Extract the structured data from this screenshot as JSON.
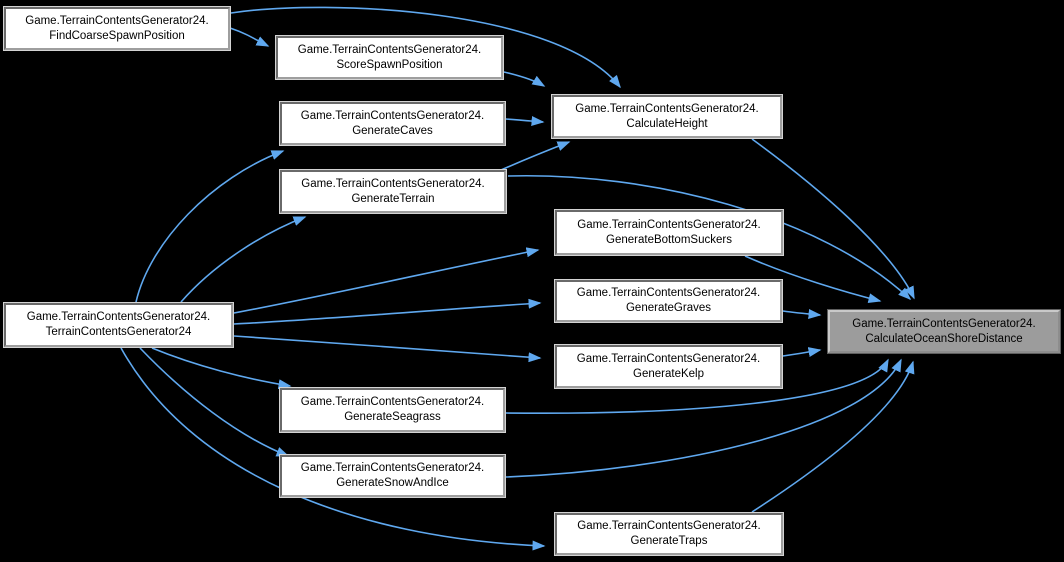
{
  "graph": {
    "type": "caller-graph",
    "colors": {
      "background": "#000000",
      "edge": "#5fa8ef",
      "node_fill": "#ffffff",
      "node_text": "#000000",
      "current_node_fill": "#9c9c9c"
    },
    "nodes": [
      {
        "id": "find-coarse-spawn-position",
        "line1": "Game.TerrainContentsGenerator24.",
        "line2": "FindCoarseSpawnPosition",
        "current": false
      },
      {
        "id": "score-spawn-position",
        "line1": "Game.TerrainContentsGenerator24.",
        "line2": "ScoreSpawnPosition",
        "current": false
      },
      {
        "id": "generate-caves",
        "line1": "Game.TerrainContentsGenerator24.",
        "line2": "GenerateCaves",
        "current": false
      },
      {
        "id": "generate-terrain",
        "line1": "Game.TerrainContentsGenerator24.",
        "line2": "GenerateTerrain",
        "current": false
      },
      {
        "id": "calculate-height",
        "line1": "Game.TerrainContentsGenerator24.",
        "line2": "CalculateHeight",
        "current": false
      },
      {
        "id": "generate-bottom-suckers",
        "line1": "Game.TerrainContentsGenerator24.",
        "line2": "GenerateBottomSuckers",
        "current": false
      },
      {
        "id": "generate-graves",
        "line1": "Game.TerrainContentsGenerator24.",
        "line2": "GenerateGraves",
        "current": false
      },
      {
        "id": "generate-kelp",
        "line1": "Game.TerrainContentsGenerator24.",
        "line2": "GenerateKelp",
        "current": false
      },
      {
        "id": "terrain-contents-generator24",
        "line1": "Game.TerrainContentsGenerator24.",
        "line2": "TerrainContentsGenerator24",
        "current": false
      },
      {
        "id": "generate-seagrass",
        "line1": "Game.TerrainContentsGenerator24.",
        "line2": "GenerateSeagrass",
        "current": false
      },
      {
        "id": "generate-snow-and-ice",
        "line1": "Game.TerrainContentsGenerator24.",
        "line2": "GenerateSnowAndIce",
        "current": false
      },
      {
        "id": "generate-traps",
        "line1": "Game.TerrainContentsGenerator24.",
        "line2": "GenerateTraps",
        "current": false
      },
      {
        "id": "calculate-ocean-shore-distance",
        "line1": "Game.TerrainContentsGenerator24.",
        "line2": "CalculateOceanShoreDistance",
        "current": true
      }
    ],
    "edges": [
      {
        "from": "find-coarse-spawn-position",
        "to": "score-spawn-position"
      },
      {
        "from": "find-coarse-spawn-position",
        "to": "calculate-height"
      },
      {
        "from": "score-spawn-position",
        "to": "calculate-height"
      },
      {
        "from": "generate-caves",
        "to": "calculate-height"
      },
      {
        "from": "generate-terrain",
        "to": "calculate-height"
      },
      {
        "from": "generate-terrain",
        "to": "calculate-ocean-shore-distance"
      },
      {
        "from": "calculate-height",
        "to": "calculate-ocean-shore-distance"
      },
      {
        "from": "generate-bottom-suckers",
        "to": "calculate-ocean-shore-distance"
      },
      {
        "from": "generate-graves",
        "to": "calculate-ocean-shore-distance"
      },
      {
        "from": "generate-kelp",
        "to": "calculate-ocean-shore-distance"
      },
      {
        "from": "generate-seagrass",
        "to": "calculate-ocean-shore-distance"
      },
      {
        "from": "generate-snow-and-ice",
        "to": "calculate-ocean-shore-distance"
      },
      {
        "from": "generate-traps",
        "to": "calculate-ocean-shore-distance"
      },
      {
        "from": "terrain-contents-generator24",
        "to": "generate-caves"
      },
      {
        "from": "terrain-contents-generator24",
        "to": "generate-terrain"
      },
      {
        "from": "terrain-contents-generator24",
        "to": "generate-bottom-suckers"
      },
      {
        "from": "terrain-contents-generator24",
        "to": "generate-graves"
      },
      {
        "from": "terrain-contents-generator24",
        "to": "generate-kelp"
      },
      {
        "from": "terrain-contents-generator24",
        "to": "generate-seagrass"
      },
      {
        "from": "terrain-contents-generator24",
        "to": "generate-snow-and-ice"
      },
      {
        "from": "terrain-contents-generator24",
        "to": "generate-traps"
      }
    ]
  }
}
